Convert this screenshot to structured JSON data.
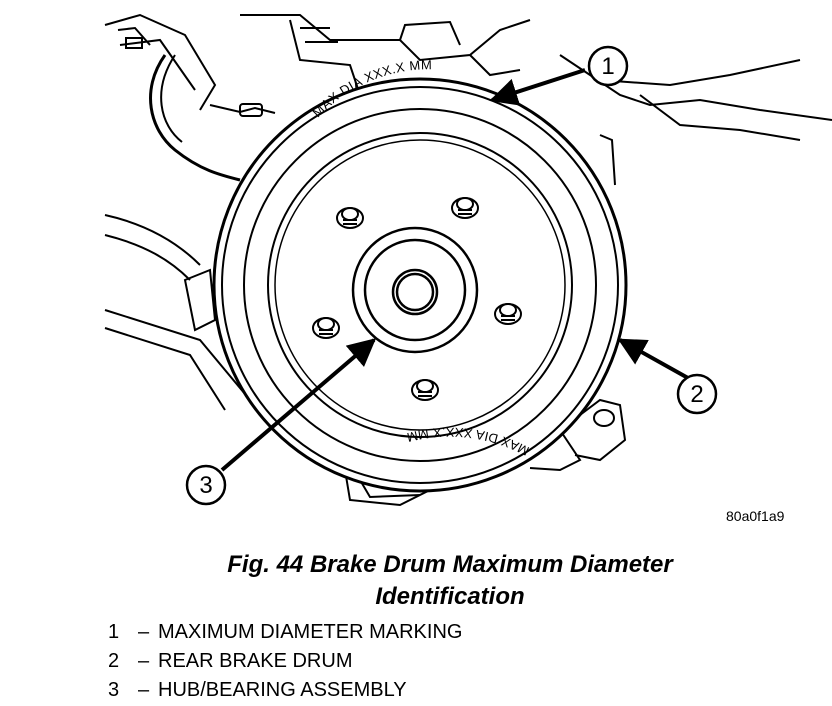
{
  "figure": {
    "drum_marking_top": "MAX DIA XXX.X MM",
    "drum_marking_bottom": "MAX DIA XXX.X MM",
    "callouts": [
      "1",
      "2",
      "3"
    ],
    "reference_code": "80a0f1a9"
  },
  "caption": {
    "line1": "Fig. 44 Brake Drum Maximum Diameter",
    "line2": "Identification"
  },
  "legend": [
    {
      "number": "1",
      "dash": "–",
      "text": "MAXIMUM DIAMETER MARKING"
    },
    {
      "number": "2",
      "dash": "–",
      "text": "REAR BRAKE DRUM"
    },
    {
      "number": "3",
      "dash": "–",
      "text": "HUB/BEARING ASSEMBLY"
    }
  ]
}
